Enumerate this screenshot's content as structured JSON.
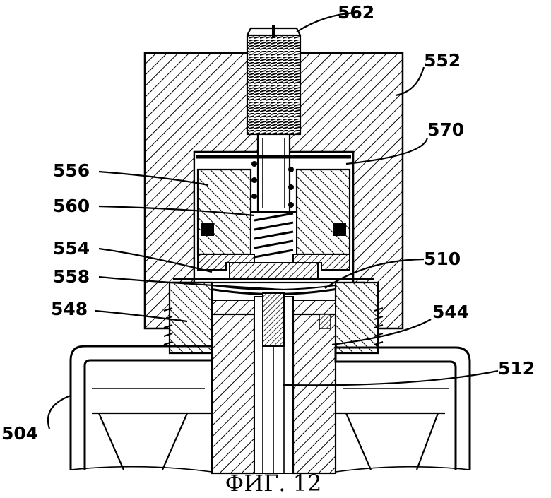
{
  "figure": {
    "caption": "ФИГ. 12",
    "labels": {
      "r562": "562",
      "r552": "552",
      "r570": "570",
      "r556": "556",
      "r560": "560",
      "r554": "554",
      "r510": "510",
      "r558": "558",
      "r548": "548",
      "r544": "544",
      "r512": "512",
      "r504": "504"
    }
  }
}
